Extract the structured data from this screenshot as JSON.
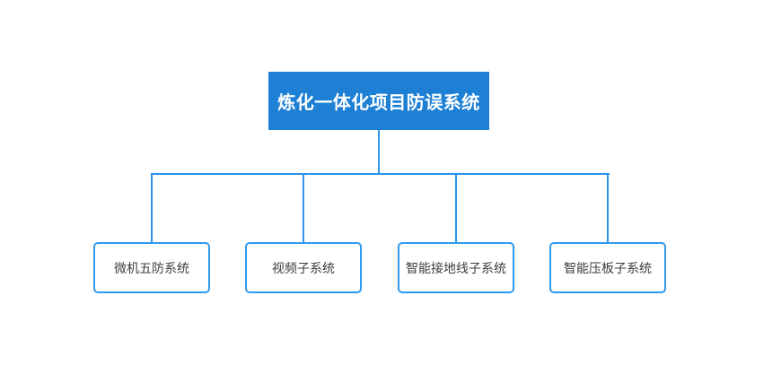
{
  "diagram": {
    "type": "org-chart",
    "root": {
      "label": "炼化一体化项目防误系统"
    },
    "children": [
      {
        "label": "微机五防系统"
      },
      {
        "label": "视频子系统"
      },
      {
        "label": "智能接地线子系统"
      },
      {
        "label": "智能压板子系统"
      }
    ],
    "colors": {
      "root_fill": "#1E80D5",
      "root_text": "#FFFFFF",
      "connector": "#2B93EB",
      "child_border": "#2E9BF0",
      "child_fill": "#FFFFFF",
      "child_text": "#3D3D3D",
      "background": "#FFFFFF"
    }
  }
}
